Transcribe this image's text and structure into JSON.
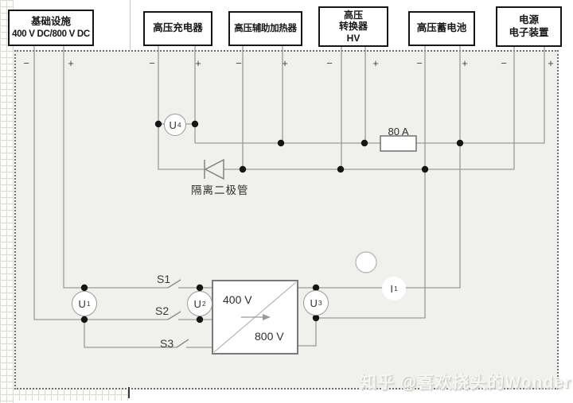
{
  "top_boxes": [
    {
      "lines": [
        "基础设施",
        "400 V DC/800 V DC"
      ]
    },
    {
      "lines": [
        "高压充电器"
      ]
    },
    {
      "lines": [
        "高压辅助加热器"
      ]
    },
    {
      "lines": [
        "高压",
        "转换器",
        "HV"
      ]
    },
    {
      "lines": [
        "高压蓄电池"
      ]
    },
    {
      "lines": [
        "电源",
        "电子装置"
      ]
    }
  ],
  "polarity": {
    "minus": "−",
    "plus": "+"
  },
  "labels": {
    "fuse": "80 A",
    "diode": "隔离二极管",
    "s1": "S1",
    "s2": "S2",
    "s3": "S3",
    "converter_low": "400 V",
    "converter_high": "800 V"
  },
  "meters": {
    "u1": {
      "base": "U",
      "sub": "1"
    },
    "u2": {
      "base": "U",
      "sub": "2"
    },
    "u3": {
      "base": "U",
      "sub": "3"
    },
    "u4": {
      "base": "U",
      "sub": "4"
    },
    "i1": {
      "base": "I",
      "sub": "1"
    }
  },
  "watermark": "知乎 @喜欢挠头的Wonder",
  "colors": {
    "wire": "#9a9a98",
    "junction_dot": "#151515",
    "box_border": "#161616",
    "work_area_bg": "#f0f0ee",
    "converter_border": "#7a7a78"
  }
}
